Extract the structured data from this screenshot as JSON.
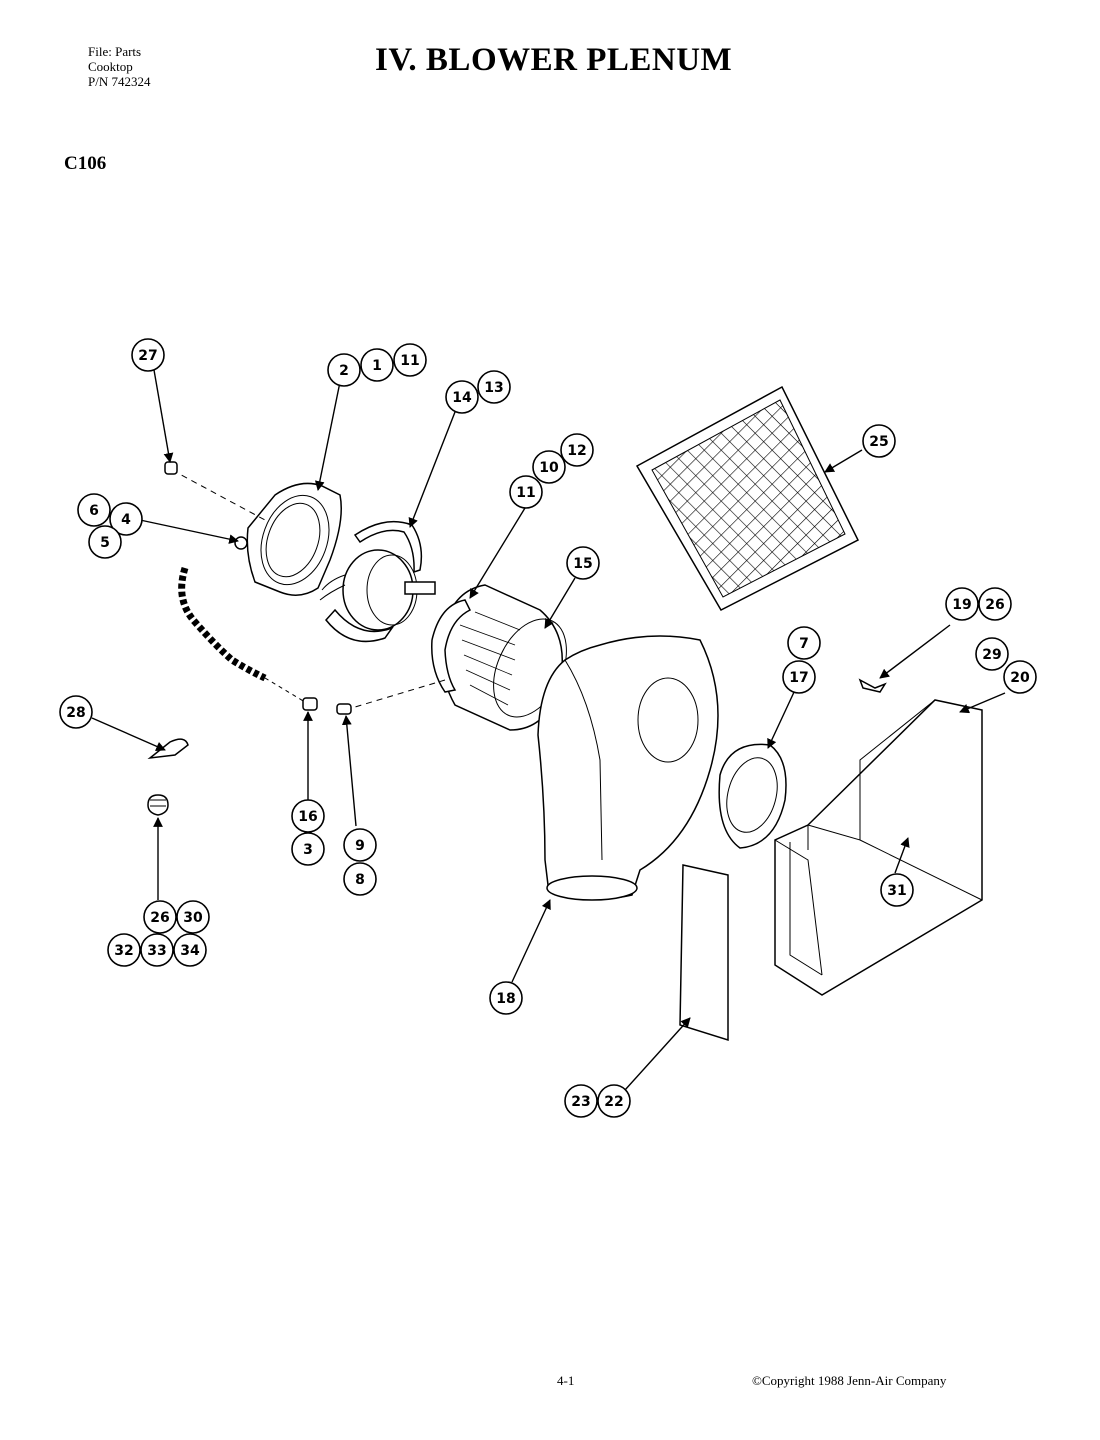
{
  "header": {
    "file_lines": [
      "File: Parts",
      "Cooktop",
      "P/N 742324"
    ],
    "title": "IV.  BLOWER PLENUM",
    "model": "C106"
  },
  "callouts": [
    {
      "id": "c27",
      "label": "27"
    },
    {
      "id": "c2",
      "label": "2"
    },
    {
      "id": "c1",
      "label": "1"
    },
    {
      "id": "c11a",
      "label": "11"
    },
    {
      "id": "c14",
      "label": "14"
    },
    {
      "id": "c13",
      "label": "13"
    },
    {
      "id": "c12",
      "label": "12"
    },
    {
      "id": "c10",
      "label": "10"
    },
    {
      "id": "c11b",
      "label": "11"
    },
    {
      "id": "c6",
      "label": "6"
    },
    {
      "id": "c4",
      "label": "4"
    },
    {
      "id": "c5",
      "label": "5"
    },
    {
      "id": "c15",
      "label": "15"
    },
    {
      "id": "c25",
      "label": "25"
    },
    {
      "id": "c19",
      "label": "19"
    },
    {
      "id": "c26a",
      "label": "26"
    },
    {
      "id": "c7",
      "label": "7"
    },
    {
      "id": "c17",
      "label": "17"
    },
    {
      "id": "c29",
      "label": "29"
    },
    {
      "id": "c20",
      "label": "20"
    },
    {
      "id": "c28",
      "label": "28"
    },
    {
      "id": "c16",
      "label": "16"
    },
    {
      "id": "c3",
      "label": "3"
    },
    {
      "id": "c9",
      "label": "9"
    },
    {
      "id": "c8",
      "label": "8"
    },
    {
      "id": "c31",
      "label": "31"
    },
    {
      "id": "c26b",
      "label": "26"
    },
    {
      "id": "c30",
      "label": "30"
    },
    {
      "id": "c32",
      "label": "32"
    },
    {
      "id": "c33",
      "label": "33"
    },
    {
      "id": "c34",
      "label": "34"
    },
    {
      "id": "c18",
      "label": "18"
    },
    {
      "id": "c23",
      "label": "23"
    },
    {
      "id": "c22",
      "label": "22"
    }
  ],
  "footer": {
    "page": "4-1",
    "copyright": "©Copyright 1988 Jenn-Air Company"
  }
}
